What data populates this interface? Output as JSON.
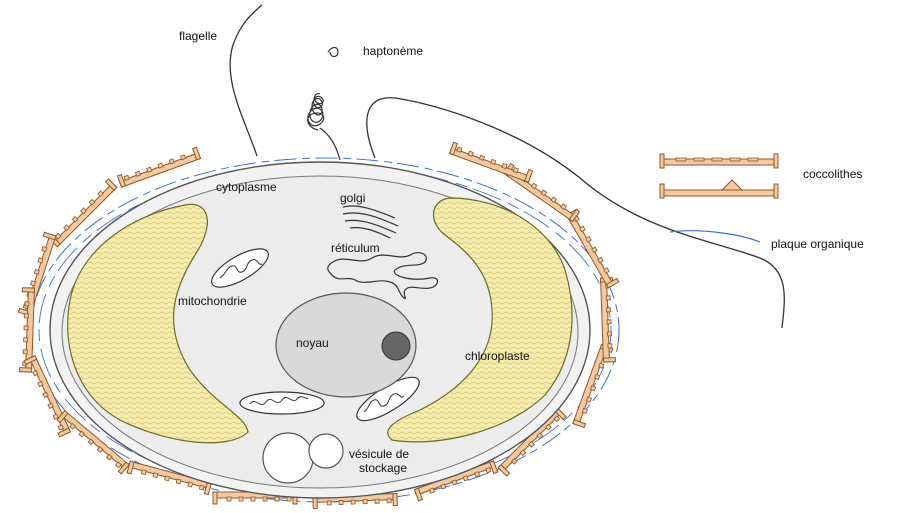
{
  "labels": {
    "flagelle": "flagelle",
    "haptoneme": "haptonème",
    "cytoplasme": "cytoplasme",
    "golgi": "golgi",
    "reticulum": "réticulum",
    "mitochondrie": "mitochondrie",
    "noyau": "noyau",
    "chloroplaste": "chloroplaste",
    "vesicule_line1": "vésicule de",
    "vesicule_line2": "stockage",
    "coccolithes": "coccolithes",
    "plaque_organique": "plaque organique"
  },
  "colors": {
    "coccolith_fill": "#f4c9a0",
    "coccolith_stroke": "#8a5a2b",
    "chloroplast_fill": "#f5ecb0",
    "chloroplast_stroke": "#6b6b2a",
    "plaque_organique": "#3c6fd8",
    "cell_outer": "#f2f2f2",
    "cell_inner": "#ececec",
    "nucleus": "#d9d9d9",
    "nucleolus": "#666666"
  }
}
